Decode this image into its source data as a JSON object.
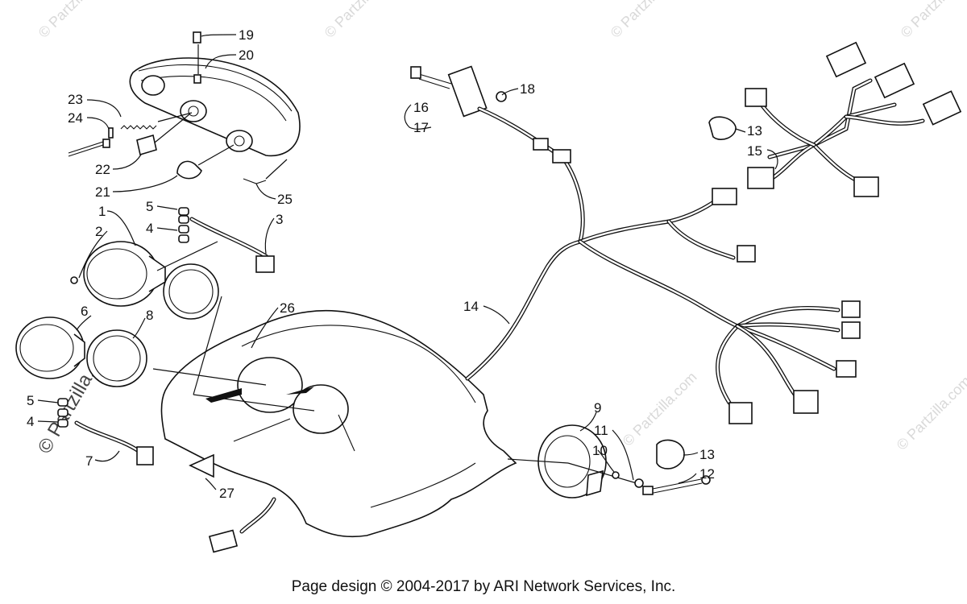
{
  "watermark": "© Partzilla.com",
  "footer": "Page design © 2004-2017 by ARI Network Services, Inc.",
  "callouts": [
    "1",
    "2",
    "3",
    "4",
    "4",
    "5",
    "5",
    "6",
    "7",
    "8",
    "9",
    "10",
    "11",
    "12",
    "13",
    "13",
    "14",
    "15",
    "16",
    "17",
    "18",
    "19",
    "20",
    "21",
    "22",
    "23",
    "24",
    "25",
    "26",
    "27"
  ]
}
